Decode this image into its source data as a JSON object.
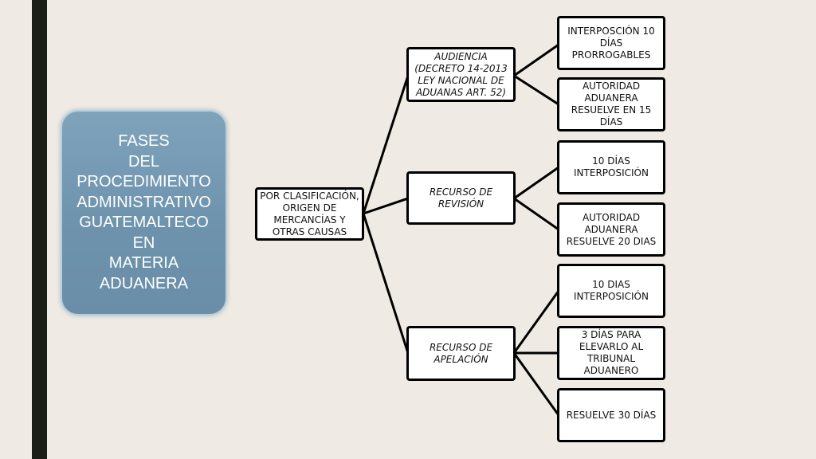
{
  "diagram": {
    "root": {
      "lines": [
        "FASES",
        "DEL",
        "PROCEDIMIENTO",
        "ADMINISTRATIVO",
        "GUATEMALTECO",
        "EN",
        "MATERIA",
        "ADUANERA"
      ]
    },
    "level1": {
      "lines": [
        "POR CLASIFICACIÓN,",
        "ORIGEN DE",
        "MERCANCÍAS Y",
        "OTRAS CAUSAS"
      ]
    },
    "level2": [
      {
        "lines": [
          "AUDIENCIA",
          "(DECRETO 14-2013",
          "LEY NACIONAL DE",
          "ADUANAS ART. 52)"
        ]
      },
      {
        "lines": [
          "RECURSO DE",
          "REVISIÓN"
        ]
      },
      {
        "lines": [
          "RECURSO DE",
          "APELACIÓN"
        ]
      }
    ],
    "level3": [
      {
        "lines": [
          "INTERPOSCIÓN 10",
          "DÍAS",
          "PRORROGABLES"
        ]
      },
      {
        "lines": [
          "AUTORIDAD",
          "ADUANERA",
          "RESUELVE EN 15",
          "DÍAS"
        ]
      },
      {
        "lines": [
          "10 DÍAS",
          "INTERPOSICIÓN"
        ]
      },
      {
        "lines": [
          "AUTORIDAD",
          "ADUANERA",
          "RESUELVE 20 DIAS"
        ]
      },
      {
        "lines": [
          "10 DIAS",
          "INTERPOSICIÓN"
        ]
      },
      {
        "lines": [
          "3 DÍAS PARA",
          "ELEVARLO AL",
          "TRIBUNAL",
          "ADUANERO"
        ]
      },
      {
        "lines": [
          "RESUELVE 30 DÍAS"
        ]
      }
    ]
  }
}
